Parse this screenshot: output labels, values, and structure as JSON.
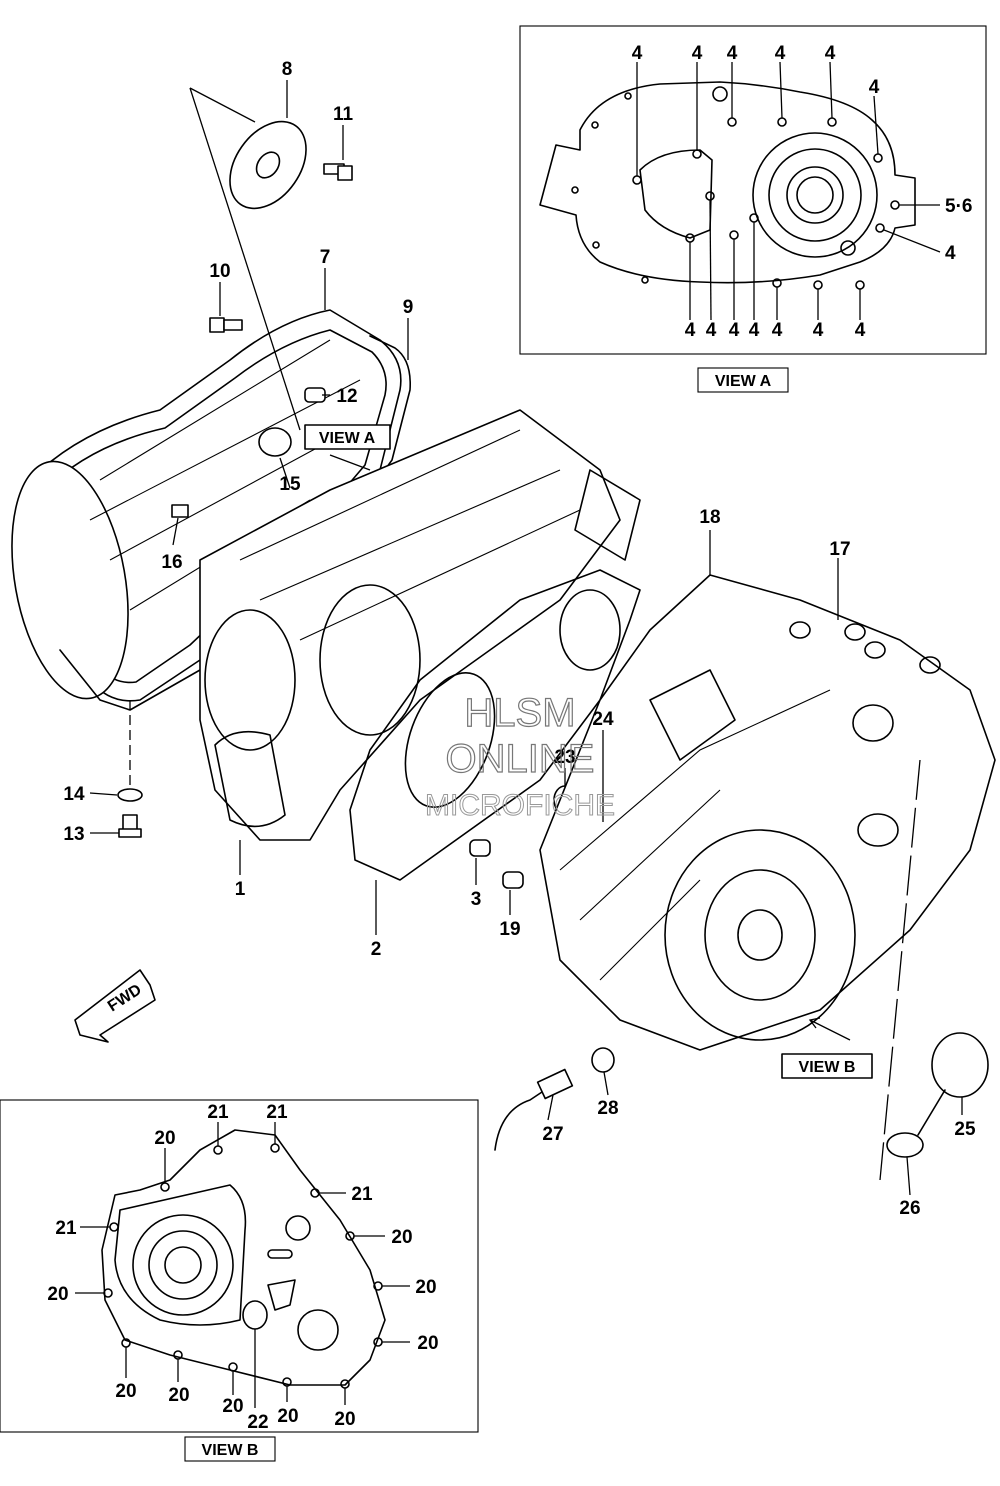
{
  "views": {
    "view_a_label": "VIEW A",
    "view_a_pointer_label": "VIEW A",
    "view_b_label": "VIEW B",
    "view_b_pointer_label": "VIEW B"
  },
  "fwd_label": "FWD",
  "watermark": [
    "HLSM",
    "ONLINE",
    "MICROFICHE"
  ],
  "callouts": {
    "p1": "1",
    "p2": "2",
    "p3": "3",
    "p7": "7",
    "p8": "8",
    "p9": "9",
    "p10": "10",
    "p11": "11",
    "p12": "12",
    "p13": "13",
    "p14": "14",
    "p15": "15",
    "p16": "16",
    "p17": "17",
    "p18": "18",
    "p19": "19",
    "p23": "23",
    "p24": "24",
    "p25": "25",
    "p26": "26",
    "p27": "27",
    "p28": "28"
  },
  "view_a_callouts": {
    "a1": "4",
    "a2": "4",
    "a3": "4",
    "a4": "4",
    "a5": "4",
    "a6": "4",
    "a7": "5·6",
    "a8": "4",
    "a9": "4",
    "a10": "4",
    "a11": "4",
    "a12": "4",
    "a13": "4",
    "a14": "4",
    "a15": "4"
  },
  "view_b_callouts": {
    "b1": "21",
    "b2": "21",
    "b3": "20",
    "b4": "21",
    "b5": "21",
    "b6": "20",
    "b7": "20",
    "b8": "20",
    "b9": "20",
    "b10": "20",
    "b11": "20",
    "b12": "20",
    "b13": "22",
    "b14": "20",
    "b15": "20"
  }
}
